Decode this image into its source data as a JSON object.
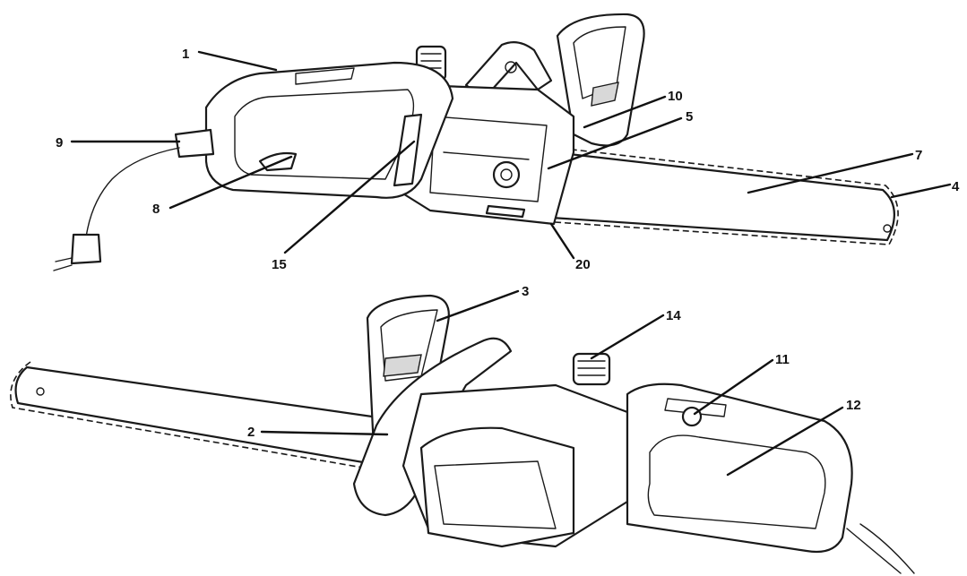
{
  "callouts": [
    {
      "id": "c1",
      "label": "1"
    },
    {
      "id": "c9",
      "label": "9"
    },
    {
      "id": "c8",
      "label": "8"
    },
    {
      "id": "c15",
      "label": "15"
    },
    {
      "id": "c10",
      "label": "10"
    },
    {
      "id": "c5",
      "label": "5"
    },
    {
      "id": "c7",
      "label": "7"
    },
    {
      "id": "c4",
      "label": "4"
    },
    {
      "id": "c20",
      "label": "20"
    },
    {
      "id": "c3",
      "label": "3"
    },
    {
      "id": "c14",
      "label": "14"
    },
    {
      "id": "c11",
      "label": "11"
    },
    {
      "id": "c12",
      "label": "12"
    },
    {
      "id": "c2",
      "label": "2"
    }
  ],
  "colors": {
    "line": "#1a1a1a",
    "background": "#ffffff"
  }
}
